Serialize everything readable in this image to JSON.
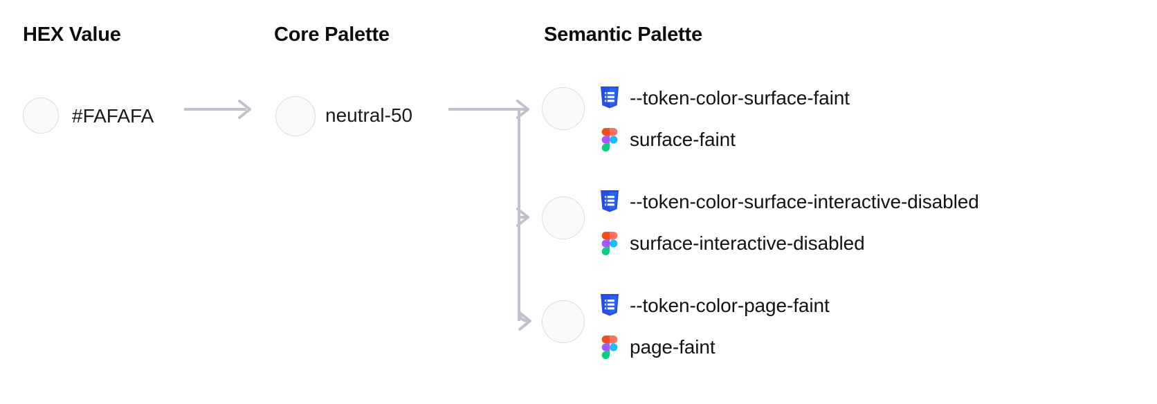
{
  "columns": [
    {
      "id": "hex",
      "title": "HEX Value"
    },
    {
      "id": "core",
      "title": "Core Palette"
    },
    {
      "id": "semantic",
      "title": "Semantic Palette"
    }
  ],
  "hex": {
    "value": "#FAFAFA",
    "swatch_color": "#FAFAFA"
  },
  "core": {
    "value": "neutral-50",
    "swatch_color": "#FAFAFA"
  },
  "semantic": {
    "swatch_color": "#FAFAFA",
    "items": [
      {
        "css_icon": "css3-icon",
        "css_token": "--token-color-surface-faint",
        "figma_icon": "figma-icon",
        "figma_token": "surface-faint"
      },
      {
        "css_icon": "css3-icon",
        "css_token": "--token-color-surface-interactive-disabled",
        "figma_icon": "figma-icon",
        "figma_token": "surface-interactive-disabled"
      },
      {
        "css_icon": "css3-icon",
        "css_token": "--token-color-page-faint",
        "figma_icon": "figma-icon",
        "figma_token": "page-faint"
      }
    ]
  },
  "theme": {
    "background": "#FFFFFF",
    "text": "#131313",
    "arrow_color": "#BFC2CB",
    "swatch_border": "#DCDCE1",
    "css_icon_color": "#264DE4",
    "figma_orange": "#F24E1E",
    "figma_purple": "#A259FF",
    "figma_blue": "#1ABCFE",
    "figma_green": "#0ACF83",
    "figma_red": "#FF7262"
  },
  "connectors": {
    "hex_to_core": "arrow-right",
    "core_to_semantic": "branching-arrows"
  }
}
